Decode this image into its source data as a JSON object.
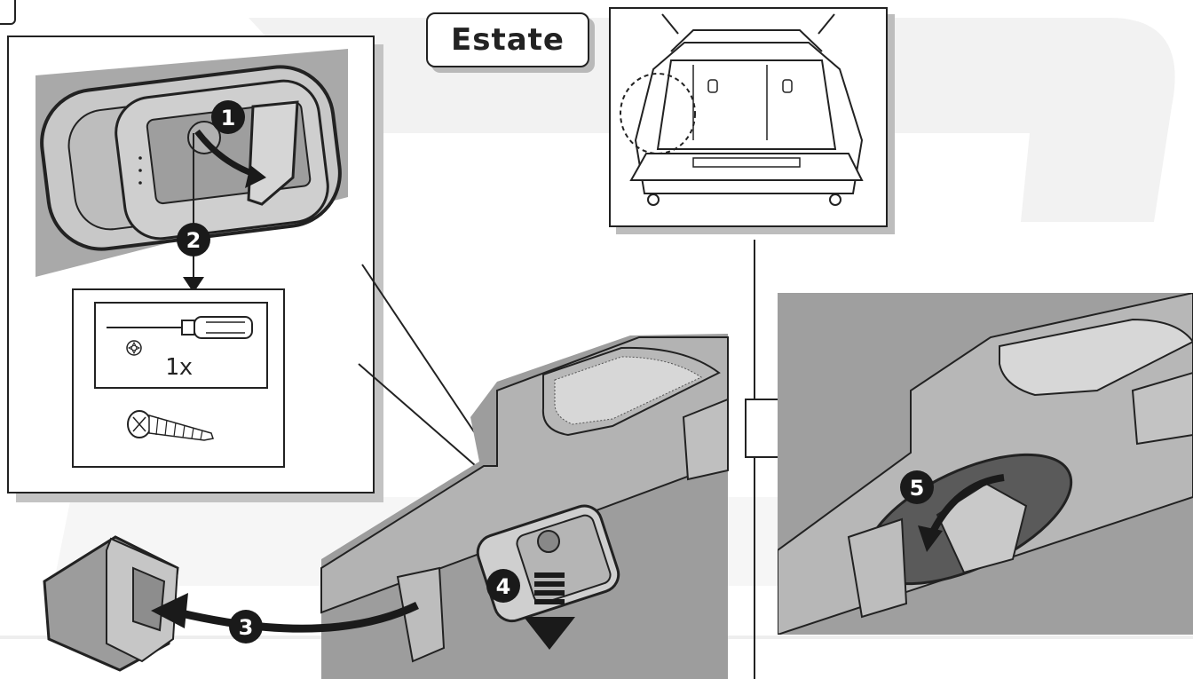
{
  "badge": {
    "label": "Estate"
  },
  "quantity_label": "1x",
  "steps": [
    "1",
    "2",
    "3",
    "4",
    "5"
  ],
  "colors": {
    "panel_gray": "#c8c8c8",
    "dark_gray": "#9a9a9a",
    "shadow_gray": "#b9b9b9",
    "line": "#222222",
    "step_circle": "#1a1a1a",
    "watermark": "#f1f1f1"
  },
  "icons": [
    "screwdriver-icon",
    "screw-icon",
    "torx-symbol-icon",
    "arrow-right-icon",
    "arrow-down-icon"
  ]
}
